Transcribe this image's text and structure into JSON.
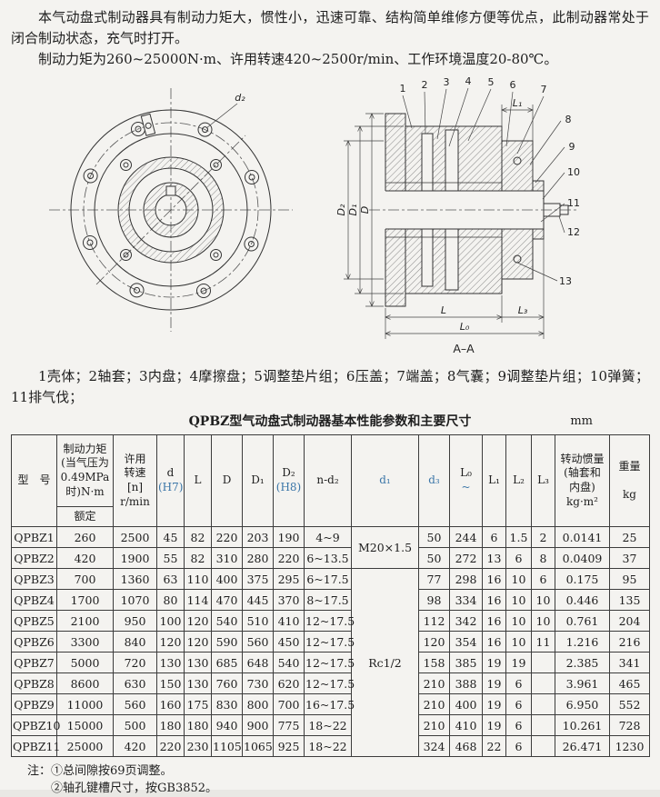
{
  "colors": {
    "accent": "#3b76a8",
    "page_bg": "#f4f3f0"
  },
  "intro": {
    "p1": "本气动盘式制动器具有制动力矩大，惯性小，迅速可靠、结构简单维修方便等优点，此制动器常处于闭合制动状态，充气时打开。",
    "p2": "制动力矩为260~25000N·m、许用转速420~2500r/min、工作环境温度20-80℃。"
  },
  "drawing": {
    "callouts": [
      "1",
      "2",
      "3",
      "4",
      "5",
      "6",
      "7",
      "8",
      "9",
      "10",
      "11",
      "12",
      "13"
    ],
    "dims": {
      "D": "D",
      "D1": "D₁",
      "D2": "D₂",
      "L": "L",
      "L0": "L₀",
      "L1": "L₁",
      "L3": "L₃",
      "d2": "d₂"
    },
    "section_label": "A–A"
  },
  "parts_list": "1壳体；2轴套；3内盘；4摩擦盘；5调整垫片组；6压盖；7端盖；8气囊；9调整垫片组；10弹簧；11排气伐；",
  "table": {
    "title": "QPBZ型气动盘式制动器基本性能参数和主要尺寸",
    "unit": "mm",
    "headers": {
      "model": "型　号",
      "torque_main": "制动力矩\n(当气压为\n0.49MPa\n时)N·m",
      "torque_sub": "额定",
      "speed": "许用\n转速\n[n]\nr/min",
      "d_main": "d",
      "d_sub": "(H7)",
      "L": "L",
      "D": "D",
      "D1": "D₁",
      "D2_main": "D₂",
      "D2_sub": "(H8)",
      "n_d2": "n-d₂",
      "d1": "d₁",
      "d3": "d₃",
      "L0_main": "L₀",
      "L0_sub": "~",
      "L1": "L₁",
      "L2": "L₂",
      "L3": "L₃",
      "inertia": "转动惯量\n(轴套和\n内盘)\nkg·m²",
      "weight": "重量\n\nkg"
    },
    "rows": [
      {
        "model": "QPBZ1",
        "torque": "260",
        "speed": "2500",
        "d": "45",
        "L": "82",
        "D": "220",
        "D1": "203",
        "D2": "190",
        "n_d2": "4~9",
        "d1": "M20×1.5",
        "d1_rowspan": 2,
        "d3": "50",
        "L0": "244",
        "L1": "6",
        "L2": "1.5",
        "L3": "2",
        "inertia": "0.0141",
        "weight": "25"
      },
      {
        "model": "QPBZ2",
        "torque": "420",
        "speed": "1900",
        "d": "55",
        "L": "82",
        "D": "310",
        "D1": "280",
        "D2": "220",
        "n_d2": "6~13.5",
        "d3": "50",
        "L0": "272",
        "L1": "13",
        "L2": "6",
        "L3": "8",
        "inertia": "0.0409",
        "weight": "37"
      },
      {
        "model": "QPBZ3",
        "torque": "700",
        "speed": "1360",
        "d": "63",
        "L": "110",
        "D": "400",
        "D1": "375",
        "D2": "295",
        "n_d2": "6~17.5",
        "d1": "Rc1/2",
        "d1_rowspan": 9,
        "d3": "77",
        "L0": "298",
        "L1": "16",
        "L2": "10",
        "L3": "6",
        "inertia": "0.175",
        "weight": "95"
      },
      {
        "model": "QPBZ4",
        "torque": "1700",
        "speed": "1070",
        "d": "80",
        "L": "114",
        "D": "470",
        "D1": "445",
        "D2": "370",
        "n_d2": "8~17.5",
        "d3": "98",
        "L0": "334",
        "L1": "16",
        "L2": "10",
        "L3": "10",
        "inertia": "0.446",
        "weight": "135"
      },
      {
        "model": "QPBZ5",
        "torque": "2100",
        "speed": "950",
        "d": "100",
        "L": "120",
        "D": "540",
        "D1": "510",
        "D2": "410",
        "n_d2": "12~17.5",
        "d3": "112",
        "L0": "342",
        "L1": "16",
        "L2": "10",
        "L3": "10",
        "inertia": "0.761",
        "weight": "204"
      },
      {
        "model": "QPBZ6",
        "torque": "3300",
        "speed": "840",
        "d": "120",
        "L": "120",
        "D": "590",
        "D1": "560",
        "D2": "450",
        "n_d2": "12~17.5",
        "d3": "120",
        "L0": "354",
        "L1": "16",
        "L2": "10",
        "L3": "11",
        "inertia": "1.216",
        "weight": "216"
      },
      {
        "model": "QPBZ7",
        "torque": "5000",
        "speed": "720",
        "d": "130",
        "L": "130",
        "D": "685",
        "D1": "648",
        "D2": "540",
        "n_d2": "12~17.5",
        "d3": "158",
        "L0": "385",
        "L1": "19",
        "L2": "19",
        "L3": "",
        "inertia": "2.385",
        "weight": "341"
      },
      {
        "model": "QPBZ8",
        "torque": "8600",
        "speed": "630",
        "d": "150",
        "L": "130",
        "D": "760",
        "D1": "730",
        "D2": "620",
        "n_d2": "12~17.5",
        "d3": "210",
        "L0": "388",
        "L1": "19",
        "L2": "6",
        "L3": "",
        "inertia": "3.961",
        "weight": "465"
      },
      {
        "model": "QPBZ9",
        "torque": "11000",
        "speed": "560",
        "d": "160",
        "L": "175",
        "D": "830",
        "D1": "800",
        "D2": "700",
        "n_d2": "16~17.5",
        "d3": "210",
        "L0": "400",
        "L1": "19",
        "L2": "6",
        "L3": "",
        "inertia": "6.950",
        "weight": "552"
      },
      {
        "model": "QPBZ10",
        "torque": "15000",
        "speed": "500",
        "d": "180",
        "L": "180",
        "D": "940",
        "D1": "900",
        "D2": "775",
        "n_d2": "18~22",
        "d3": "210",
        "L0": "410",
        "L1": "19",
        "L2": "6",
        "L3": "",
        "inertia": "10.261",
        "weight": "728"
      },
      {
        "model": "QPBZ11",
        "torque": "25000",
        "speed": "420",
        "d": "220",
        "L": "230",
        "D": "1105",
        "D1": "1065",
        "D2": "925",
        "n_d2": "18~22",
        "d3": "324",
        "L0": "468",
        "L1": "22",
        "L2": "6",
        "L3": "",
        "inertia": "26.471",
        "weight": "1230"
      }
    ]
  },
  "notes": {
    "label": "注：",
    "items": [
      "①总间隙按69页调整。",
      "②轴孔键槽尺寸，按GB3852。"
    ]
  }
}
